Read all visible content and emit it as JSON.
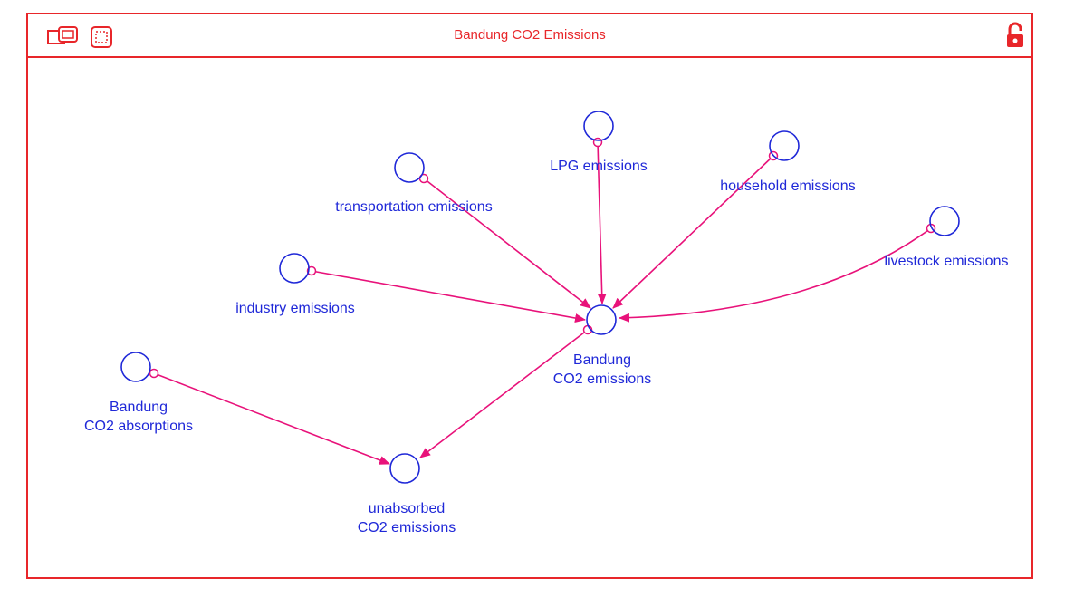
{
  "window": {
    "title": "Bandung CO2 Emissions"
  },
  "icons": {
    "left_1": "pages-icon",
    "left_2": "select-icon",
    "right": "unlocked-padlock-icon"
  },
  "colors": {
    "frame": "#e8262a",
    "node": "#1f28d8",
    "link": "#e8127a"
  },
  "nodes": {
    "lpg": [
      "LPG emissions"
    ],
    "household": [
      "household emissions"
    ],
    "transportation": [
      "transportation emissions"
    ],
    "livestock": [
      "livestock emissions"
    ],
    "industry": [
      "industry emissions"
    ],
    "bandung_emissions": [
      "Bandung",
      "CO2 emissions"
    ],
    "bandung_absorptions": [
      "Bandung",
      "CO2 absorptions"
    ],
    "unabsorbed": [
      "unabsorbed",
      "CO2 emissions"
    ]
  },
  "links": [
    {
      "from": "lpg",
      "to": "bandung_emissions"
    },
    {
      "from": "household",
      "to": "bandung_emissions"
    },
    {
      "from": "transportation",
      "to": "bandung_emissions"
    },
    {
      "from": "industry",
      "to": "bandung_emissions"
    },
    {
      "from": "livestock",
      "to": "bandung_emissions"
    },
    {
      "from": "bandung_emissions",
      "to": "unabsorbed"
    },
    {
      "from": "bandung_absorptions",
      "to": "unabsorbed"
    }
  ]
}
